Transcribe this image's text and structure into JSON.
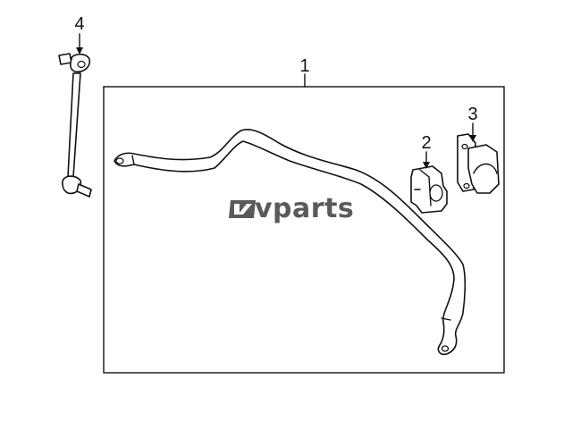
{
  "diagram": {
    "callouts": [
      {
        "id": "frame",
        "label": "1"
      },
      {
        "id": "bushing",
        "label": "2"
      },
      {
        "id": "bracket",
        "label": "3"
      },
      {
        "id": "link",
        "label": "4"
      }
    ],
    "watermark": {
      "brand": "vparts"
    },
    "colors": {
      "line": "#111111",
      "watermark": "#5a5a5a",
      "background": "#ffffff"
    }
  }
}
